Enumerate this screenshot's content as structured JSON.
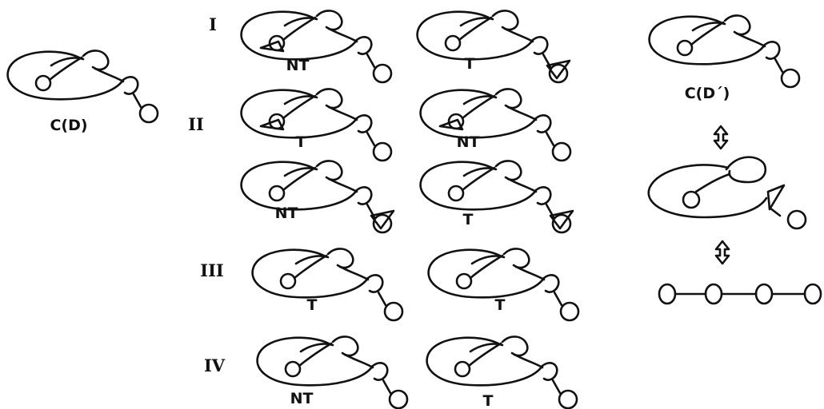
{
  "labels": {
    "ref_left": "C(D)",
    "ref_right": "C(D´)",
    "row1_roman": "I",
    "row1_a": "NT",
    "row1_b": "T",
    "row2_roman": "II",
    "row2_a": "T",
    "row2_b": "NT",
    "row2b_a": "NT",
    "row2b_b": "T",
    "row3_roman": "III",
    "row3_a": "T",
    "row3_b": "T",
    "row4_roman": "IV",
    "row4_a": "NT",
    "row4_b": "T"
  },
  "icons": {
    "equilibrium": "double-headed-vertical-arrow-icon"
  }
}
